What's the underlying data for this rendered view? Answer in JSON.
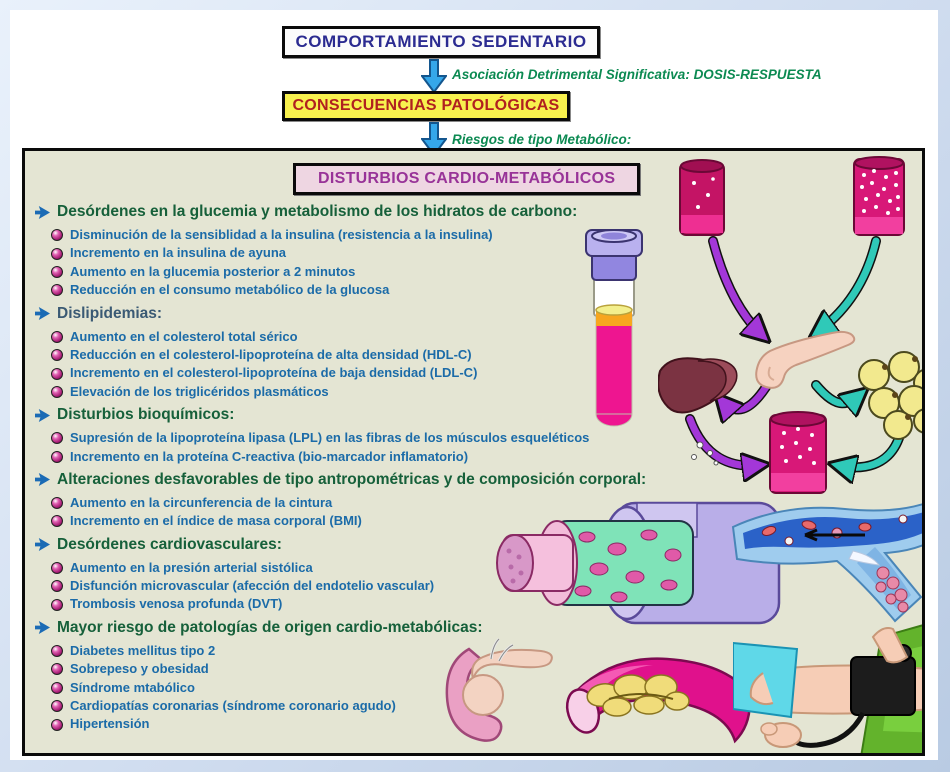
{
  "flowchart": {
    "title_box": "COMPORTAMIENTO SEDENTARIO",
    "association_label": "Asociación Detrimental Significativa: DOSIS-RESPUESTA",
    "consequences_box": "CONSECUENCIAS PATOLÓGICAS",
    "risks_label": "Riesgos de tipo Metabólico:"
  },
  "panel": {
    "header": "DISTURBIOS CARDIO-METABÓLICOS",
    "sections": [
      {
        "title": "Desórdenes en la glucemia y metabolismo de los hidratos de carbono:",
        "title_color": "#16603a",
        "items": [
          "Disminución de la sensiblidad a la insulina (resistencia a la insulina)",
          "Incremento en la insulina de ayuna",
          "Aumento en la glucemia posterior a 2 minutos",
          "Reducción en el consumo metabólico de la glucosa"
        ]
      },
      {
        "title": "Dislipidemias:",
        "title_color": "#3a5a74",
        "items": [
          "Aumento en el colesterol total sérico",
          "Reducción en el colesterol-lipoproteína de alta densidad (HDL-C)",
          "Incremento en el colesterol-lipoproteína de baja densidad (LDL-C)",
          "Elevación de los triglicéridos plasmáticos"
        ]
      },
      {
        "title": "Disturbios bioquímicos:",
        "title_color": "#16603a",
        "items": [
          "Supresión de la lipoproteína lipasa (LPL) en las fibras de los músculos esqueléticos",
          "Incremento en la proteína C-reactiva (bio-marcador inflamatorio)"
        ]
      },
      {
        "title": "Alteraciones desfavorables de tipo antropométricas y de composición corporal:",
        "title_color": "#16603a",
        "items": [
          "Aumento en la circunferencia de la cintura",
          "Incremento en el índice de masa corporal (BMI)"
        ]
      },
      {
        "title": "Desórdenes cardiovasculares:",
        "title_color": "#16603a",
        "items": [
          "Aumento en la presión arterial sistólica",
          "Disfunción microvascular (afección del endotelio vascular)",
          "Trombosis venosa profunda (DVT)"
        ]
      },
      {
        "title": "Mayor riesgo de patologías de origen cardio-metabólicas:",
        "title_color": "#16603a",
        "items": [
          "Diabetes mellitus tipo 2",
          "Sobrepeso y obesidad",
          "Síndrome mtabólico",
          "Cardiopatías coronarias (síndrome coronario agudo)",
          "Hipertensión"
        ]
      }
    ]
  },
  "illustrations": [
    "blood-test-tube",
    "metabolic-cycle-blood-vessels-pancreas-liver-fat-cells",
    "muscle-fiber-cross-section",
    "vein-deep-thrombosis",
    "pancreas-duodenum",
    "artery-atherosclerotic-plaque",
    "blood-pressure-measurement"
  ],
  "colors": {
    "frame_blue": "#cfdcef",
    "panel_background": "#e4e5d3",
    "title_navy": "#2b2b91",
    "consequences_red": "#b02020",
    "consequences_yellow": "#f8f14e",
    "header_pink_bg": "#eed6e2",
    "header_purple": "#983398",
    "label_green": "#0c8a52",
    "section_green": "#16603a",
    "section_slate": "#3a5a74",
    "bullet_blue": "#1b6ba8",
    "section_arrow": "#1b6bb5",
    "flow_arrow_blue": "#35a7ea",
    "cycle_arrow_purple": "#a337d8",
    "cycle_arrow_teal": "#2fc9b8"
  }
}
